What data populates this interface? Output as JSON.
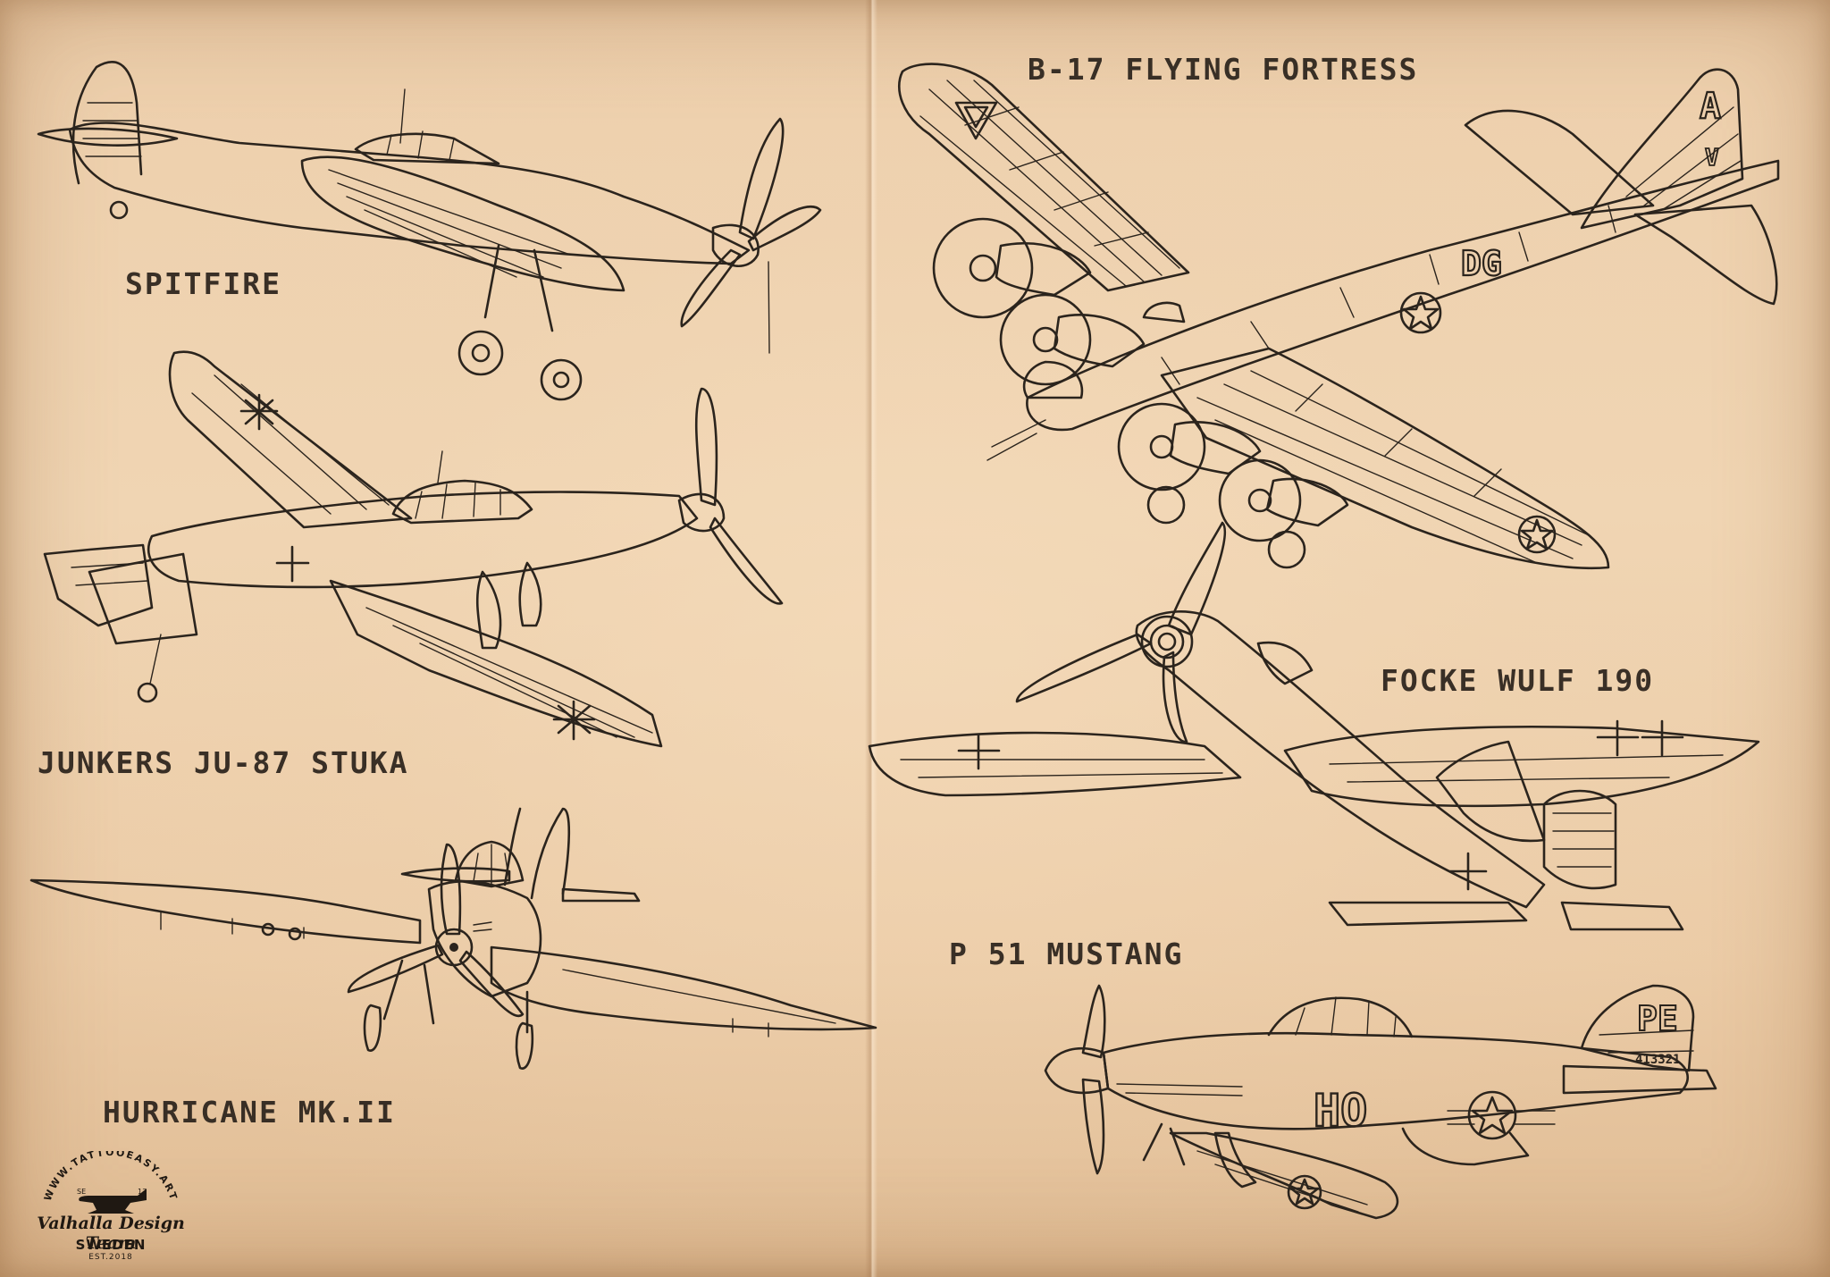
{
  "planes": {
    "spitfire": "SPITFIRE",
    "stuka": "JUNKERS JU-87 STUKA",
    "hurricane": "HURRICANE MK.II",
    "b17": "B-17 FLYING FORTRESS",
    "fw190": "FOCKE WULF 190",
    "mustang": "P 51 MUSTANG"
  },
  "markings": {
    "b17_tail_letter": "A",
    "b17_tail_sub": "V",
    "b17_fuselage": "DG",
    "mustang_code": "HO",
    "mustang_tail_letters": "PE",
    "mustang_serial": "413321"
  },
  "logo": {
    "ring_text": "WWW.TATTOOEASY.ART",
    "left_mark": "SE",
    "right_mark": "13",
    "script": "Valhalla Design Team",
    "country": "SWEDEN",
    "est": "EST.2018"
  },
  "colors": {
    "paper": "#eccfac",
    "ink": "#2b241d"
  }
}
